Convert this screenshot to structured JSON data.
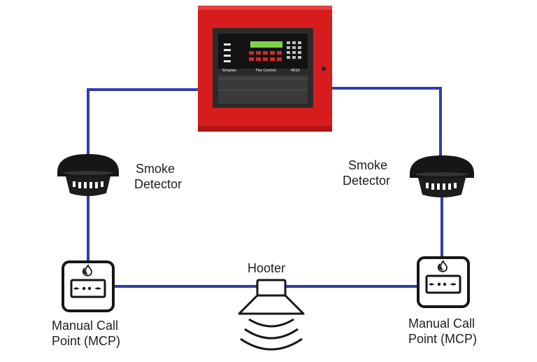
{
  "panel": {
    "brand": "Simplex",
    "model_text": "Fire Control",
    "model_number": "4010"
  },
  "labels": {
    "smoke_left_line1": "Smoke",
    "smoke_left_line2": "Detector",
    "smoke_right_line1": "Smoke",
    "smoke_right_line2": "Detector",
    "hooter": "Hooter",
    "mcp_left_line1": "Manual Call",
    "mcp_left_line2": "Point (MCP)",
    "mcp_right_line1": "Manual Call",
    "mcp_right_line2": "Point (MCP)"
  },
  "colors": {
    "wire": "#2e3fa8",
    "panel_red": "#d61c1c",
    "device_black": "#161616",
    "text": "#1e1e1e"
  }
}
